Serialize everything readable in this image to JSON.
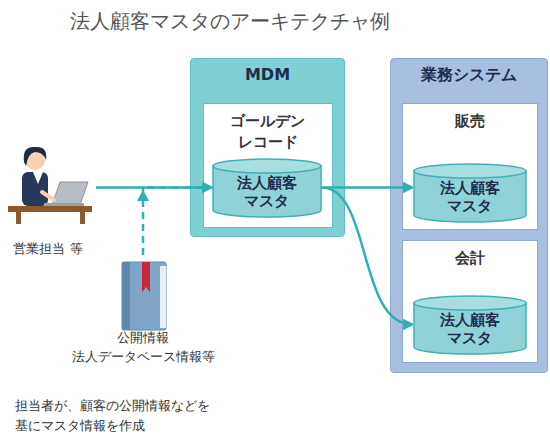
{
  "diagram": {
    "title": "法人顧客マスタのアーキテクチャ例",
    "nodes": [
      {
        "text": [
          "営業担当 等"
        ]
      },
      {
        "text": [
          "公開情報 法人データベース情報等"
        ]
      },
      {
        "text": [
          "MDM"
        ]
      },
      {
        "text": [
          "ゴールデン レコード"
        ],
        "in": 2
      },
      {
        "text": [
          "法人顧客 マスタ"
        ],
        "in": 3
      },
      {
        "text": [
          "業務システム"
        ]
      },
      {
        "text": [
          "販売"
        ],
        "in": 5
      },
      {
        "text": [
          "法人顧客 マスタ"
        ],
        "in": 6
      },
      {
        "text": [
          "会計"
        ],
        "in": 5
      },
      {
        "text": [
          "法人顧客 マスタ"
        ],
        "in": 8
      }
    ],
    "edges": [
      {
        "from": 0,
        "to": 4,
        "arrow": "to"
      },
      {
        "from": 1,
        "to": 4,
        "arrow": "to"
      },
      {
        "from": 4,
        "to": 7,
        "arrow": "to"
      },
      {
        "from": 4,
        "to": 9,
        "arrow": "to"
      }
    ],
    "labels": [
      "担当者が、顧客の公開情報などを 基にマスタ情報を作成"
    ]
  }
}
